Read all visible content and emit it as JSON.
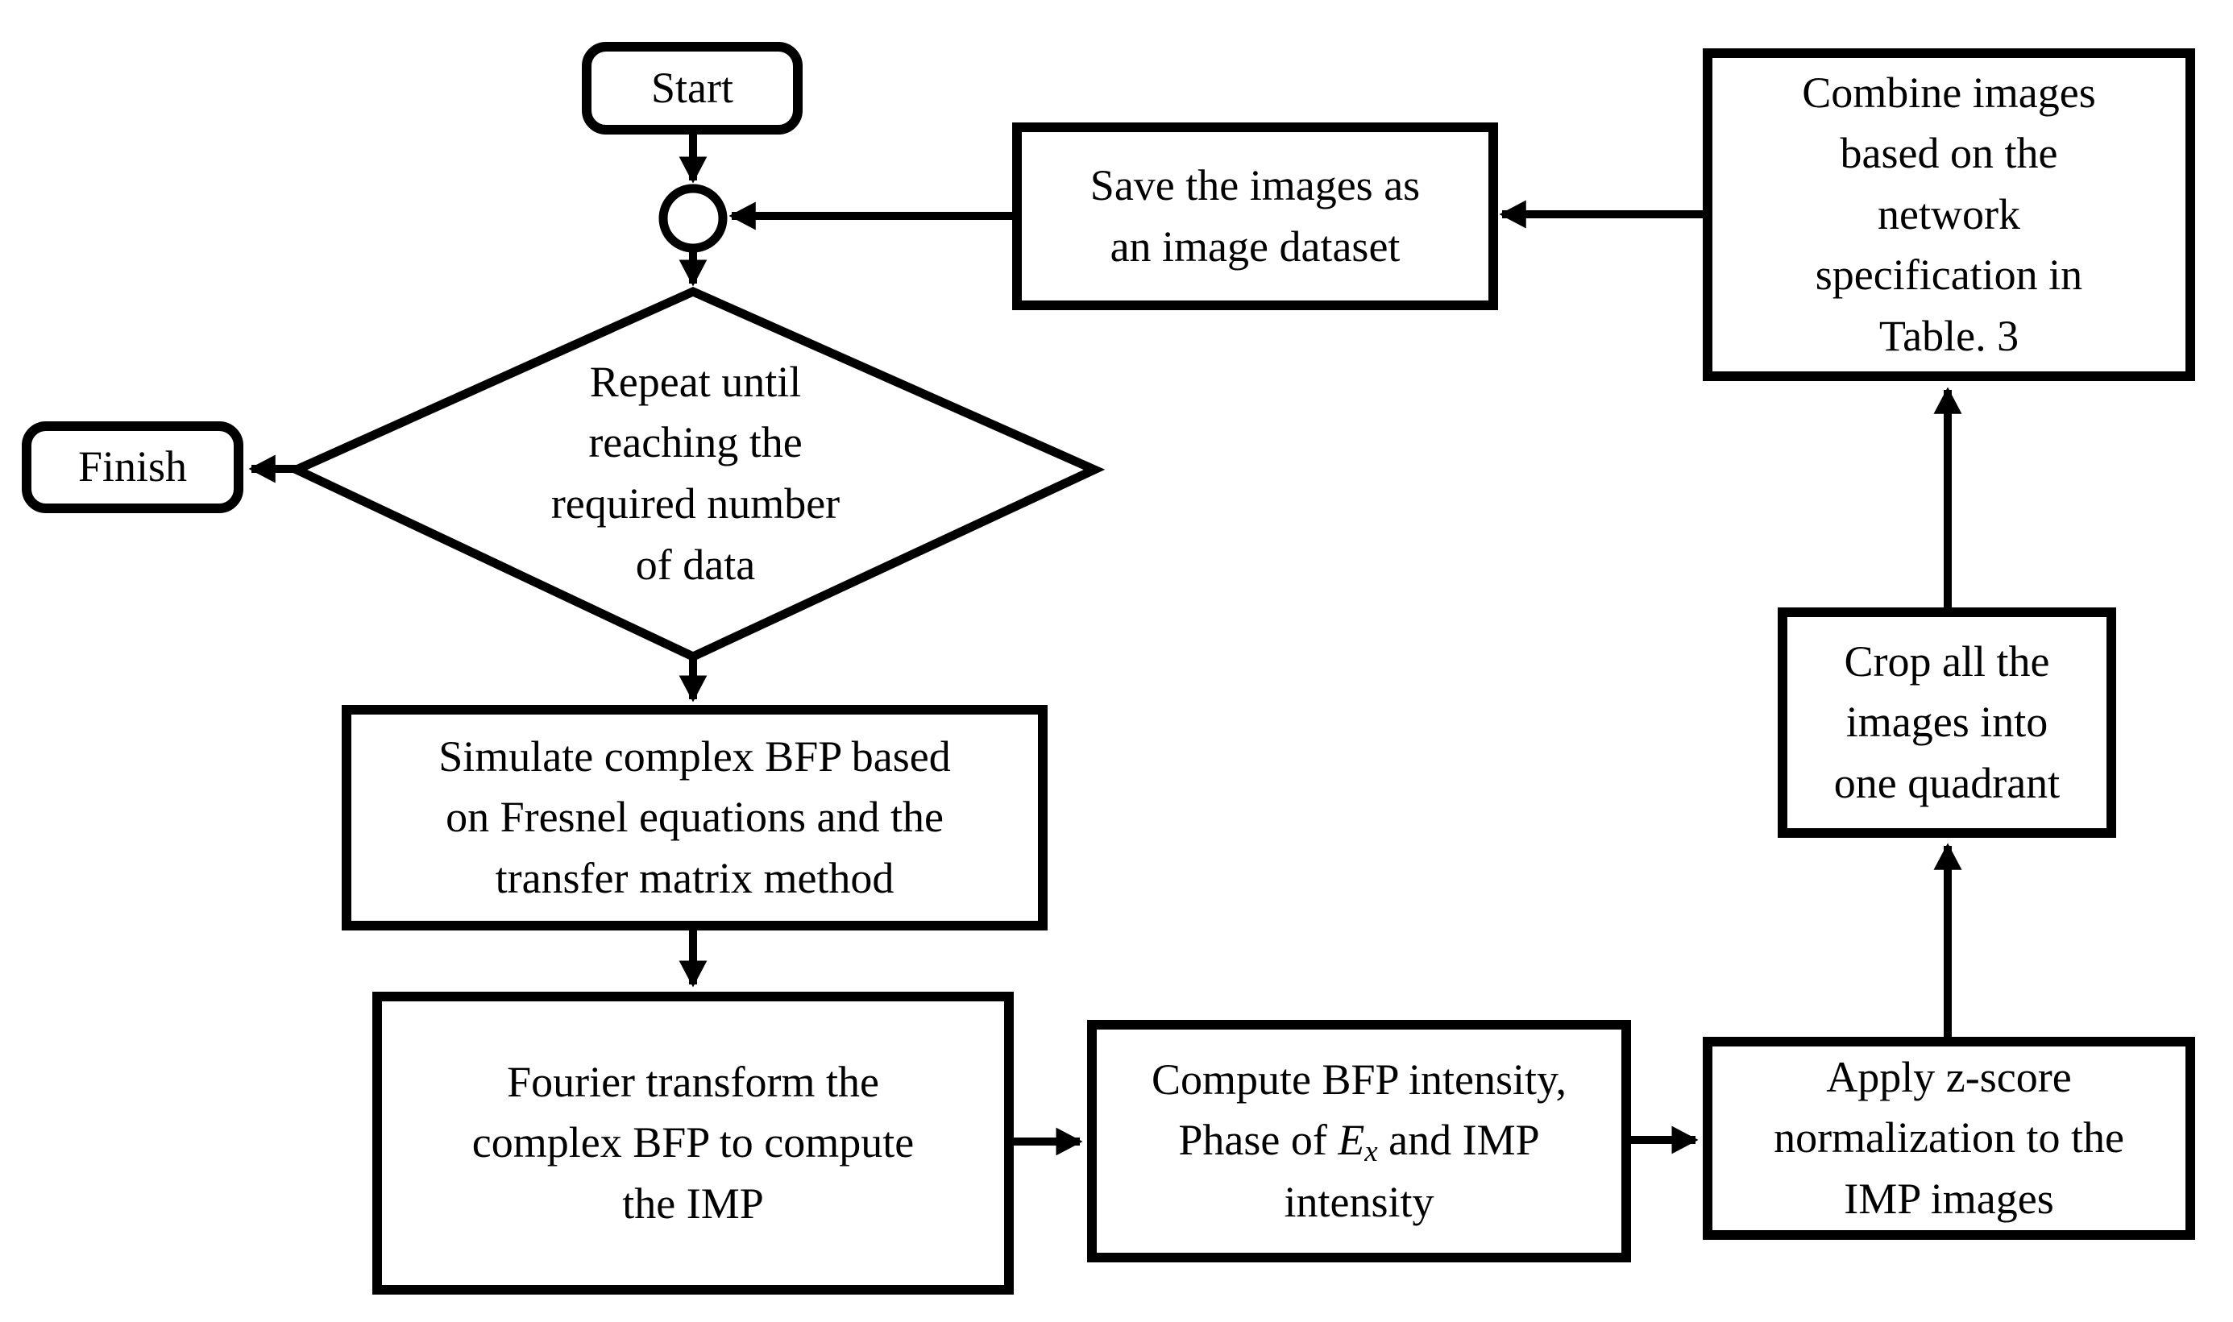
{
  "diagram": {
    "colors": {
      "stroke": "#000000",
      "background": "#ffffff",
      "text": "#000000"
    },
    "nodes": {
      "start": {
        "type": "terminator",
        "label": "Start"
      },
      "junction": {
        "type": "connector-circle"
      },
      "save_dataset": {
        "type": "process",
        "lines": [
          "Save the images as",
          "an image dataset"
        ]
      },
      "combine_images": {
        "type": "process",
        "lines": [
          "Combine images",
          "based on the",
          "network",
          "specification in",
          "Table. 3"
        ]
      },
      "repeat_decision": {
        "type": "decision",
        "lines": [
          "Repeat until",
          "reaching the",
          "required number",
          "of data"
        ]
      },
      "finish": {
        "type": "terminator",
        "label": "Finish"
      },
      "simulate_bfp": {
        "type": "process",
        "lines": [
          "Simulate complex BFP based",
          "on Fresnel equations and the",
          "transfer matrix method"
        ]
      },
      "fourier_transform": {
        "type": "process",
        "lines": [
          "Fourier transform the",
          "complex BFP to compute",
          "the IMP"
        ]
      },
      "compute_intensity": {
        "type": "process",
        "line1": "Compute BFP intensity,",
        "line2": {
          "pre": "Phase of ",
          "symbol": "E",
          "subscript": "x",
          "post": " and IMP"
        },
        "line3": "intensity"
      },
      "zscore_normalization": {
        "type": "process",
        "lines": [
          "Apply z-score",
          "normalization to the",
          "IMP images"
        ]
      },
      "crop_quadrant": {
        "type": "process",
        "lines": [
          "Crop all the",
          "images into",
          "one quadrant"
        ]
      }
    },
    "edges": [
      {
        "from": "start",
        "to": "junction"
      },
      {
        "from": "junction",
        "to": "repeat_decision"
      },
      {
        "from": "save_dataset",
        "to": "junction"
      },
      {
        "from": "combine_images",
        "to": "save_dataset"
      },
      {
        "from": "repeat_decision",
        "to": "finish"
      },
      {
        "from": "repeat_decision",
        "to": "simulate_bfp"
      },
      {
        "from": "simulate_bfp",
        "to": "fourier_transform"
      },
      {
        "from": "fourier_transform",
        "to": "compute_intensity"
      },
      {
        "from": "compute_intensity",
        "to": "zscore_normalization"
      },
      {
        "from": "zscore_normalization",
        "to": "crop_quadrant"
      },
      {
        "from": "crop_quadrant",
        "to": "combine_images"
      }
    ]
  }
}
